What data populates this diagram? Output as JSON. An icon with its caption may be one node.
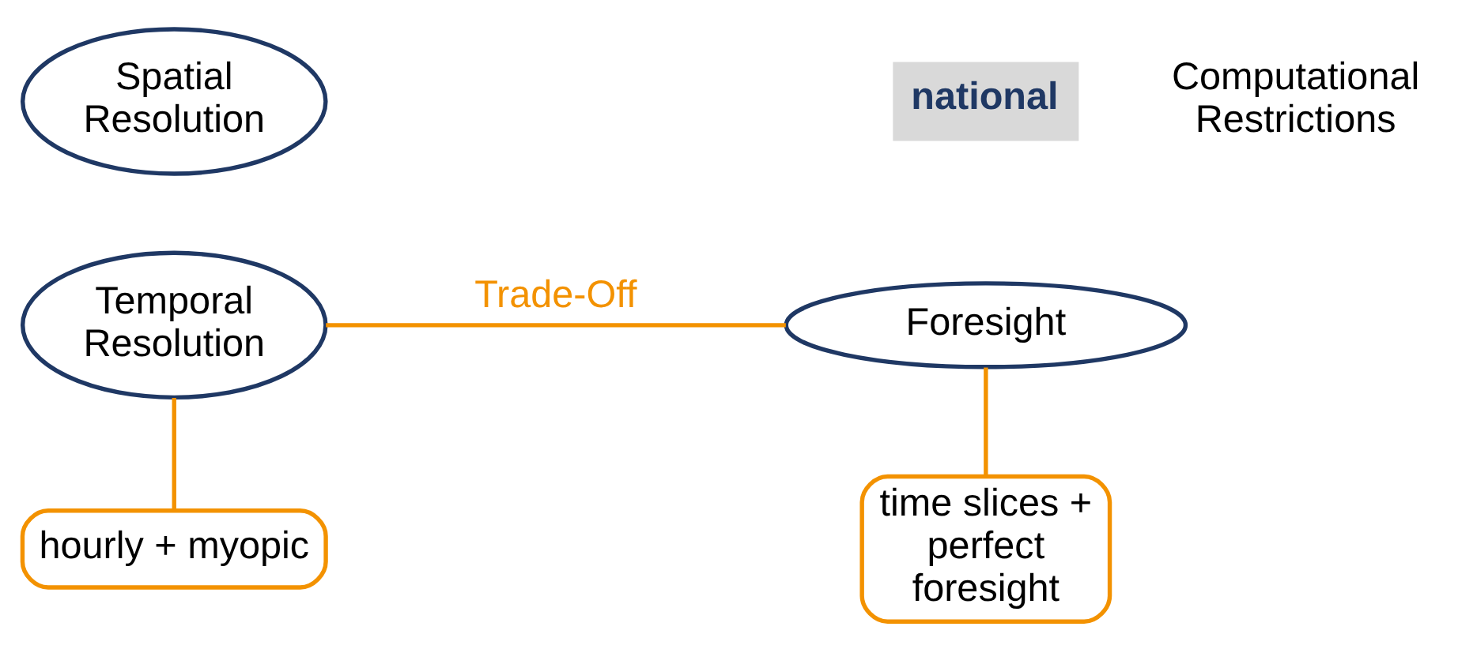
{
  "diagram": {
    "nodes": [
      {
        "text": [
          "Spatial Resolution"
        ]
      },
      {
        "text": [
          "national"
        ]
      },
      {
        "text": [
          "Temporal Resolution"
        ]
      },
      {
        "text": [
          "Foresight"
        ]
      },
      {
        "text": [
          "hourly + myopic"
        ]
      },
      {
        "text": [
          "time slices + perfect foresight"
        ]
      }
    ],
    "edges": [
      {
        "from": 2,
        "to": 3,
        "arrow": "none",
        "label": "Trade-Off"
      },
      {
        "from": 2,
        "to": 4,
        "arrow": "none"
      },
      {
        "from": 3,
        "to": 5,
        "arrow": "none"
      }
    ],
    "labels": [
      "Computational Restrictions"
    ]
  }
}
